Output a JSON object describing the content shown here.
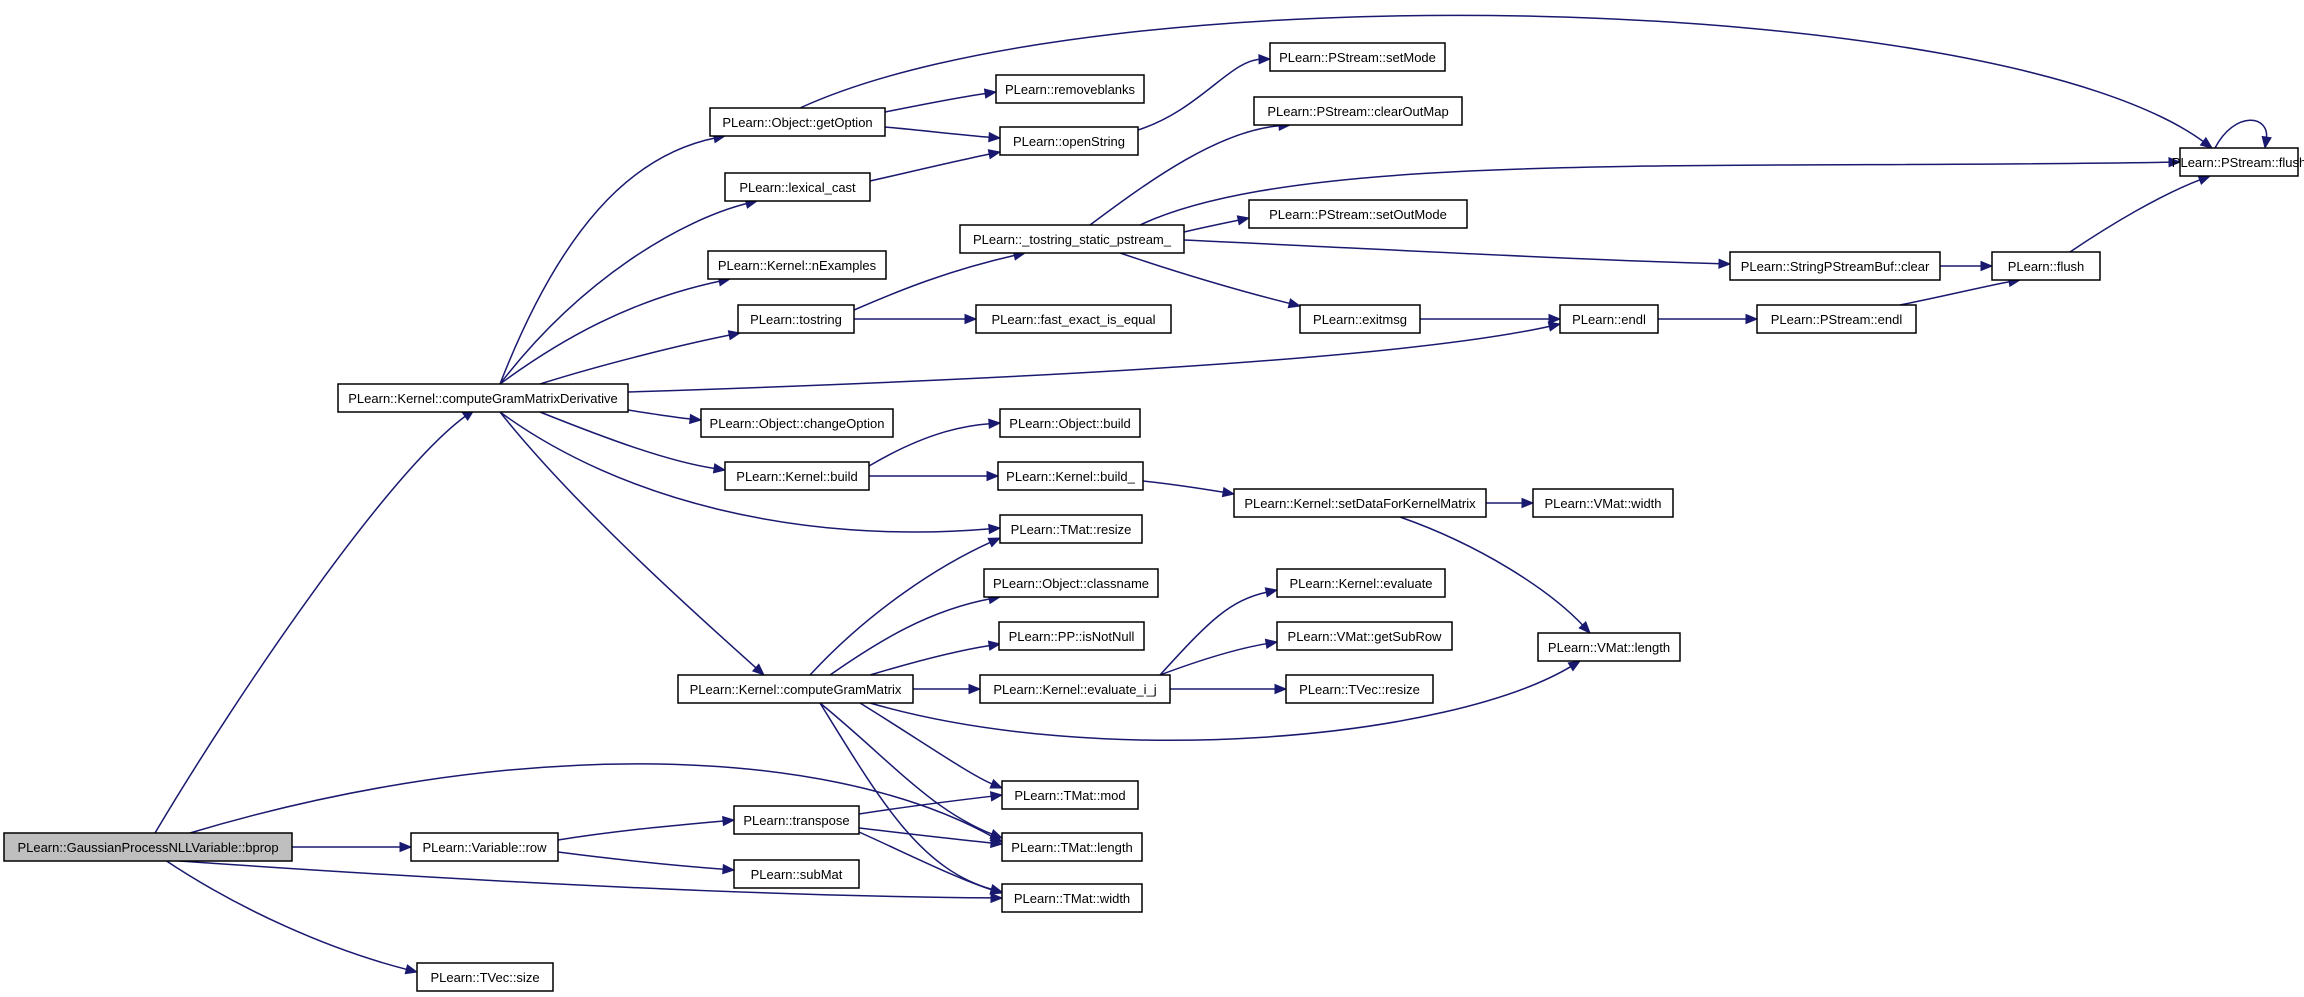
{
  "graph": {
    "nodes": [
      {
        "id": "bprop",
        "label": "PLearn::GaussianProcessNLLVariable::bprop",
        "root": true
      },
      {
        "id": "computeGramMatrixDerivative",
        "label": "PLearn::Kernel::computeGramMatrixDerivative"
      },
      {
        "id": "getOption",
        "label": "PLearn::Object::getOption"
      },
      {
        "id": "removeblanks",
        "label": "PLearn::removeblanks"
      },
      {
        "id": "openString",
        "label": "PLearn::openString"
      },
      {
        "id": "setMode",
        "label": "PLearn::PStream::setMode"
      },
      {
        "id": "pstream_flush",
        "label": "PLearn::PStream::flush"
      },
      {
        "id": "lexical_cast",
        "label": "PLearn::lexical_cast"
      },
      {
        "id": "clearOutMap",
        "label": "PLearn::PStream::clearOutMap"
      },
      {
        "id": "tostring_static",
        "label": "PLearn::_tostring_static_pstream_"
      },
      {
        "id": "setOutMode",
        "label": "PLearn::PStream::setOutMode"
      },
      {
        "id": "nExamples",
        "label": "PLearn::Kernel::nExamples"
      },
      {
        "id": "spsbuf_clear",
        "label": "PLearn::StringPStreamBuf::clear"
      },
      {
        "id": "flush",
        "label": "PLearn::flush"
      },
      {
        "id": "tostring",
        "label": "PLearn::tostring"
      },
      {
        "id": "fast_exact_is_equal",
        "label": "PLearn::fast_exact_is_equal"
      },
      {
        "id": "exitmsg",
        "label": "PLearn::exitmsg"
      },
      {
        "id": "endl",
        "label": "PLearn::endl"
      },
      {
        "id": "pstream_endl",
        "label": "PLearn::PStream::endl"
      },
      {
        "id": "changeOption",
        "label": "PLearn::Object::changeOption"
      },
      {
        "id": "object_build",
        "label": "PLearn::Object::build"
      },
      {
        "id": "kernel_build",
        "label": "PLearn::Kernel::build"
      },
      {
        "id": "kernel_build_",
        "label": "PLearn::Kernel::build_"
      },
      {
        "id": "setDataForKernelMatrix",
        "label": "PLearn::Kernel::setDataForKernelMatrix"
      },
      {
        "id": "vmat_width",
        "label": "PLearn::VMat::width"
      },
      {
        "id": "tmat_resize",
        "label": "PLearn::TMat::resize"
      },
      {
        "id": "classname",
        "label": "PLearn::Object::classname"
      },
      {
        "id": "kernel_evaluate",
        "label": "PLearn::Kernel::evaluate"
      },
      {
        "id": "isNotNull",
        "label": "PLearn::PP::isNotNull"
      },
      {
        "id": "getSubRow",
        "label": "PLearn::VMat::getSubRow"
      },
      {
        "id": "vmat_length",
        "label": "PLearn::VMat::length"
      },
      {
        "id": "computeGramMatrix",
        "label": "PLearn::Kernel::computeGramMatrix"
      },
      {
        "id": "evaluate_i_j",
        "label": "PLearn::Kernel::evaluate_i_j"
      },
      {
        "id": "tvec_resize",
        "label": "PLearn::TVec::resize"
      },
      {
        "id": "tmat_mod",
        "label": "PLearn::TMat::mod"
      },
      {
        "id": "transpose",
        "label": "PLearn::transpose"
      },
      {
        "id": "variable_row",
        "label": "PLearn::Variable::row"
      },
      {
        "id": "tmat_length",
        "label": "PLearn::TMat::length"
      },
      {
        "id": "subMat",
        "label": "PLearn::subMat"
      },
      {
        "id": "tmat_width",
        "label": "PLearn::TMat::width"
      },
      {
        "id": "tvec_size",
        "label": "PLearn::TVec::size"
      }
    ],
    "edges": [
      [
        "bprop",
        "computeGramMatrixDerivative"
      ],
      [
        "bprop",
        "variable_row"
      ],
      [
        "bprop",
        "tmat_length"
      ],
      [
        "bprop",
        "tmat_width"
      ],
      [
        "bprop",
        "tvec_size"
      ],
      [
        "computeGramMatrixDerivative",
        "getOption"
      ],
      [
        "computeGramMatrixDerivative",
        "lexical_cast"
      ],
      [
        "computeGramMatrixDerivative",
        "nExamples"
      ],
      [
        "computeGramMatrixDerivative",
        "tostring"
      ],
      [
        "computeGramMatrixDerivative",
        "endl"
      ],
      [
        "computeGramMatrixDerivative",
        "changeOption"
      ],
      [
        "computeGramMatrixDerivative",
        "kernel_build"
      ],
      [
        "computeGramMatrixDerivative",
        "tmat_resize"
      ],
      [
        "computeGramMatrixDerivative",
        "computeGramMatrix"
      ],
      [
        "getOption",
        "removeblanks"
      ],
      [
        "getOption",
        "openString"
      ],
      [
        "getOption",
        "pstream_flush"
      ],
      [
        "lexical_cast",
        "openString"
      ],
      [
        "openString",
        "setMode"
      ],
      [
        "tostring",
        "tostring_static"
      ],
      [
        "tostring",
        "fast_exact_is_equal"
      ],
      [
        "tostring_static",
        "clearOutMap"
      ],
      [
        "tostring_static",
        "pstream_flush"
      ],
      [
        "tostring_static",
        "setOutMode"
      ],
      [
        "tostring_static",
        "spsbuf_clear"
      ],
      [
        "tostring_static",
        "exitmsg"
      ],
      [
        "pstream_flush",
        "pstream_flush"
      ],
      [
        "spsbuf_clear",
        "flush"
      ],
      [
        "flush",
        "pstream_flush"
      ],
      [
        "exitmsg",
        "endl"
      ],
      [
        "endl",
        "pstream_endl"
      ],
      [
        "pstream_endl",
        "flush"
      ],
      [
        "kernel_build",
        "object_build"
      ],
      [
        "kernel_build",
        "kernel_build_"
      ],
      [
        "kernel_build_",
        "setDataForKernelMatrix"
      ],
      [
        "setDataForKernelMatrix",
        "vmat_width"
      ],
      [
        "setDataForKernelMatrix",
        "vmat_length"
      ],
      [
        "computeGramMatrix",
        "tmat_resize"
      ],
      [
        "computeGramMatrix",
        "classname"
      ],
      [
        "computeGramMatrix",
        "isNotNull"
      ],
      [
        "computeGramMatrix",
        "evaluate_i_j"
      ],
      [
        "computeGramMatrix",
        "vmat_length"
      ],
      [
        "computeGramMatrix",
        "tmat_mod"
      ],
      [
        "computeGramMatrix",
        "tmat_length"
      ],
      [
        "computeGramMatrix",
        "tmat_width"
      ],
      [
        "evaluate_i_j",
        "kernel_evaluate"
      ],
      [
        "evaluate_i_j",
        "getSubRow"
      ],
      [
        "evaluate_i_j",
        "tvec_resize"
      ],
      [
        "variable_row",
        "transpose"
      ],
      [
        "variable_row",
        "subMat"
      ],
      [
        "transpose",
        "tmat_mod"
      ],
      [
        "transpose",
        "tmat_length"
      ],
      [
        "transpose",
        "tmat_width"
      ]
    ]
  }
}
